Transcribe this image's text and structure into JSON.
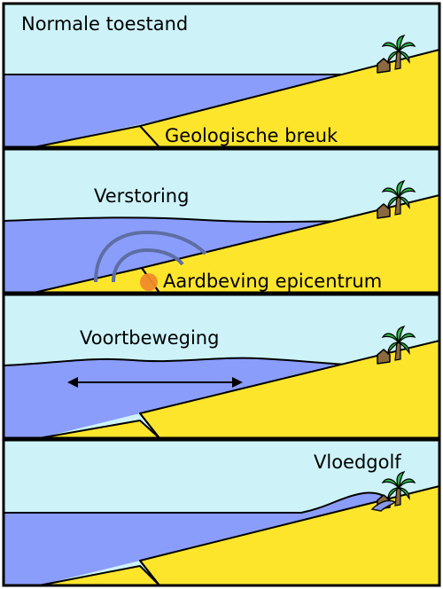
{
  "panels": [
    {
      "id": "normal",
      "label": "Normale toestand",
      "sublabel": "Geologische breuk"
    },
    {
      "id": "disturbance",
      "label": "Verstoring",
      "sublabel": "Aardbeving epicentrum"
    },
    {
      "id": "propagation",
      "label": "Voortbeweging",
      "sublabel": ""
    },
    {
      "id": "tsunami",
      "label": "Vloedgolf",
      "sublabel": ""
    }
  ],
  "colors": {
    "sky": "#cdf3f9",
    "sea": "#8b9dfb",
    "land": "#fde52c",
    "outline": "#000000",
    "ripple": "#5d6ea3",
    "epicenter": "#f08a2a",
    "house": "#8a6a3e",
    "palm_leaves": "#2db34a",
    "palm_trunk": "#8a6a3e"
  },
  "icons": [
    "house-icon",
    "palm-tree-icon",
    "epicenter-icon",
    "double-arrow-icon"
  ]
}
